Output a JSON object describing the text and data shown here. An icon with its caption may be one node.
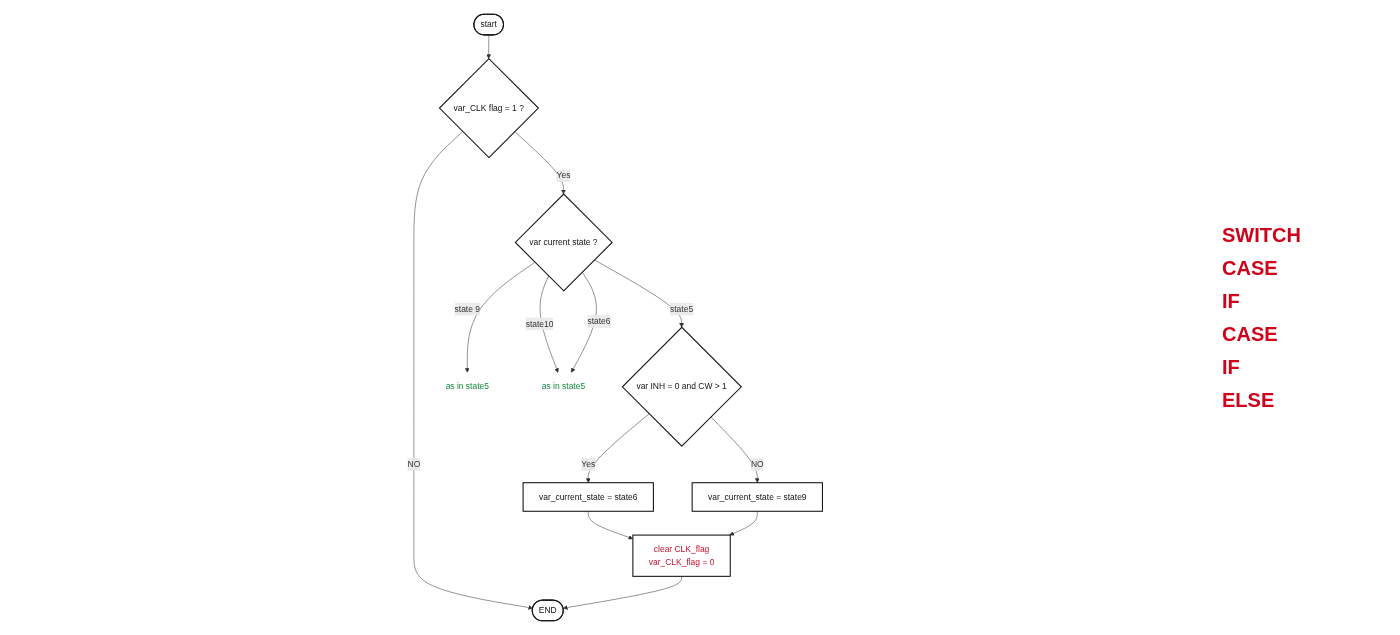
{
  "diagram": {
    "nodes": [
      {
        "text": [
          "start"
        ]
      },
      {
        "text": [
          "var_CLK flag = 1 ?"
        ]
      },
      {
        "text": [
          "var current state ?"
        ]
      },
      {
        "text": [
          "var INH = 0 and CW > 1"
        ]
      },
      {
        "text": [
          "as in state5"
        ]
      },
      {
        "text": [
          "as in state5"
        ]
      },
      {
        "text": [
          "var_current_state = state6"
        ]
      },
      {
        "text": [
          "var_current_state = state9"
        ]
      },
      {
        "text": [
          "clear CLK_flag",
          "var_CLK_flag = 0"
        ]
      },
      {
        "text": [
          "END"
        ]
      }
    ],
    "edges": [
      {
        "from": 0,
        "to": 1,
        "arrow": "to"
      },
      {
        "from": 1,
        "to": 2,
        "arrow": "to",
        "label": "Yes"
      },
      {
        "from": 2,
        "to": 4,
        "arrow": "to",
        "label": "state 9"
      },
      {
        "from": 2,
        "to": 3,
        "arrow": "to",
        "label": "state5"
      },
      {
        "from": 2,
        "to": 5,
        "arrow": "to",
        "label": "state10"
      },
      {
        "from": 2,
        "to": 5,
        "arrow": "to",
        "label": "state6"
      },
      {
        "from": 3,
        "to": 6,
        "arrow": "to",
        "label": "Yes"
      },
      {
        "from": 3,
        "to": 7,
        "arrow": "to",
        "label": "NO"
      },
      {
        "from": 6,
        "to": 8,
        "arrow": "to"
      },
      {
        "from": 7,
        "to": 8,
        "arrow": "to"
      },
      {
        "from": 1,
        "to": 9,
        "arrow": "to",
        "label": "NO"
      },
      {
        "from": 8,
        "to": 9,
        "arrow": "to"
      }
    ],
    "labels": [
      "SWITCH",
      "CASE",
      "IF",
      "CASE",
      "IF",
      "ELSE"
    ]
  }
}
